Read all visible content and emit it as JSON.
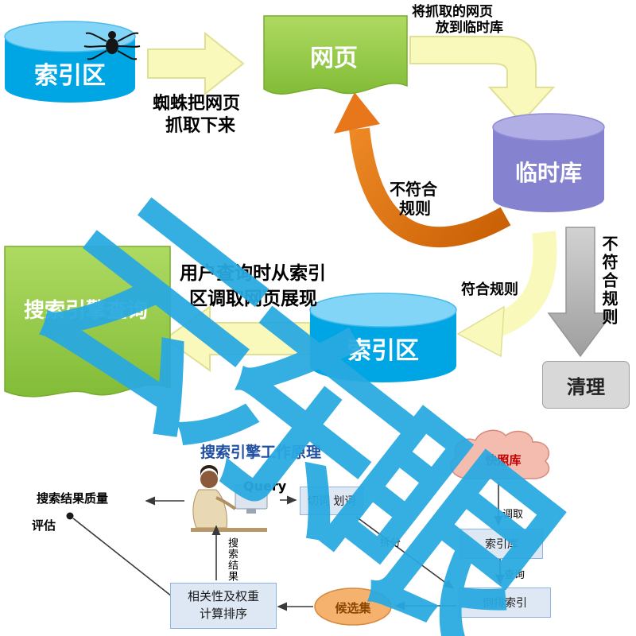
{
  "watermark": {
    "text": "云东眼"
  },
  "top": {
    "source_db": "索引区",
    "crawl_note": [
      "蜘蛛把网页",
      "抓取下来"
    ],
    "webpage": "网页",
    "store_note": [
      "将抓取的网页",
      "放到临时库"
    ],
    "temp_db": "临时库",
    "recrawl_note": [
      "不符合",
      "规则"
    ],
    "not_match_note": "不符合规则",
    "clean": "清理",
    "match_note": "符合规则",
    "index_db": "索引区",
    "query_doc": "搜索引擎查询",
    "display_note": [
      "用户查询时从索引",
      "区调取网页展现"
    ]
  },
  "bottom": {
    "title": "搜索引擎工作原理",
    "query": "Query",
    "segment": "切词 划词",
    "snapshot": "快照库",
    "fetch": "调取",
    "index_store": "索引库",
    "lookup": "查询",
    "inverted": "倒排索引",
    "split": "拆分",
    "candidates": "候选集",
    "ranking": [
      "相关性及权重",
      "计算排序"
    ],
    "result": "搜索结果",
    "note": [
      "搜索结果质量",
      "评估"
    ]
  },
  "colors": {
    "watermark_blue": "#29A9E1",
    "cylinder_blue": "#00A5E4",
    "cylinder_purple": "#8583CF",
    "doc_green": "#8CC63F",
    "arrow_yellow": "#F9F9BC",
    "arrow_orange": "#E4740A"
  }
}
